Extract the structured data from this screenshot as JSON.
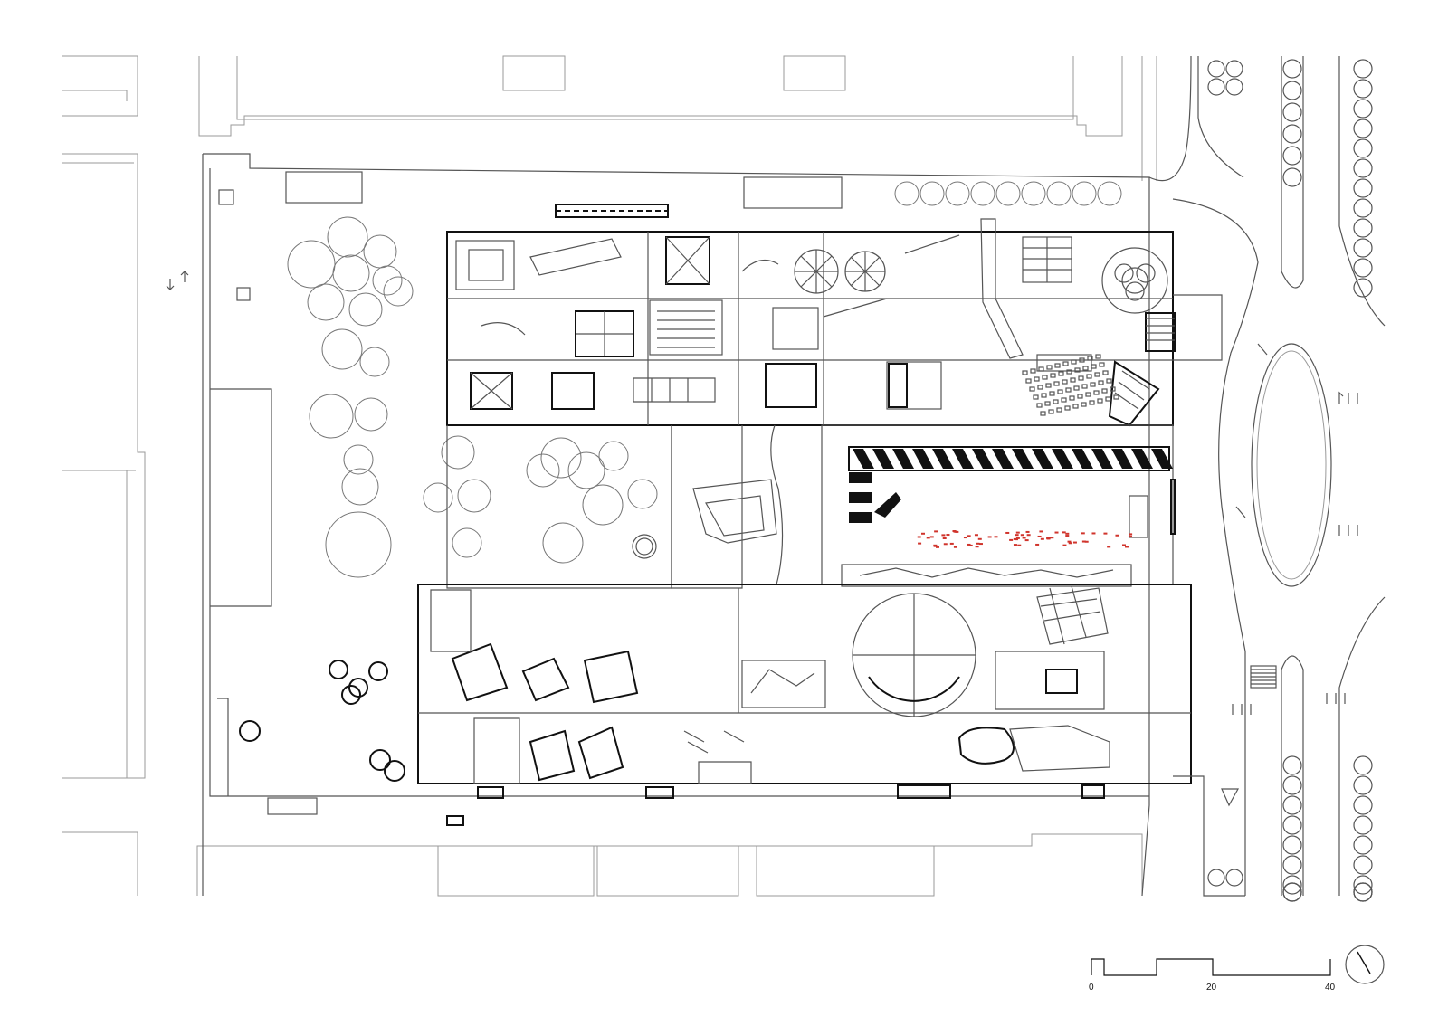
{
  "scale_bar": {
    "labels": [
      "0",
      "20",
      "40"
    ]
  },
  "icons": {
    "north_arrow": "north-arrow-icon",
    "traffic_arrow": "traffic-arrow-icon"
  }
}
